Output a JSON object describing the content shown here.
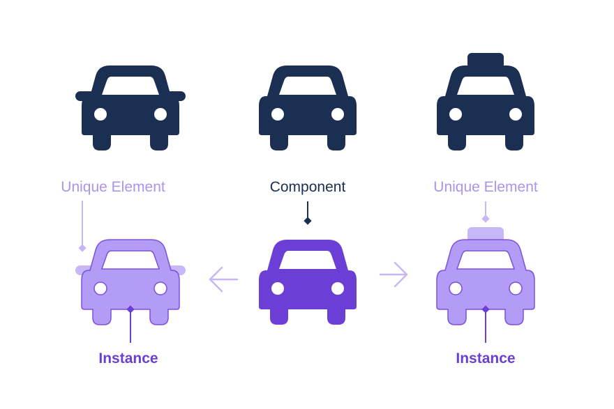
{
  "labels": {
    "unique_left": "Unique Element",
    "component": "Component",
    "unique_right": "Unique Element",
    "instance_left": "Instance",
    "instance_right": "Instance"
  },
  "colors": {
    "navy": "#1b2f52",
    "component_purple": "#6b3fd6",
    "instance_fill": "#b39cf5",
    "instance_stroke": "#7a50e0",
    "accent_light": "#c8b7f6",
    "unique_text": "#ab95ec",
    "glass": "#ffffff"
  },
  "icons": {
    "top_left": "car-with-mirrors-icon",
    "top_center": "car-icon",
    "top_right": "taxi-icon",
    "bottom_left": "car-instance-mirrors-icon",
    "bottom_center": "car-component-icon",
    "bottom_right": "taxi-instance-icon",
    "arrow_left": "arrow-left-icon",
    "arrow_right": "arrow-right-icon"
  }
}
